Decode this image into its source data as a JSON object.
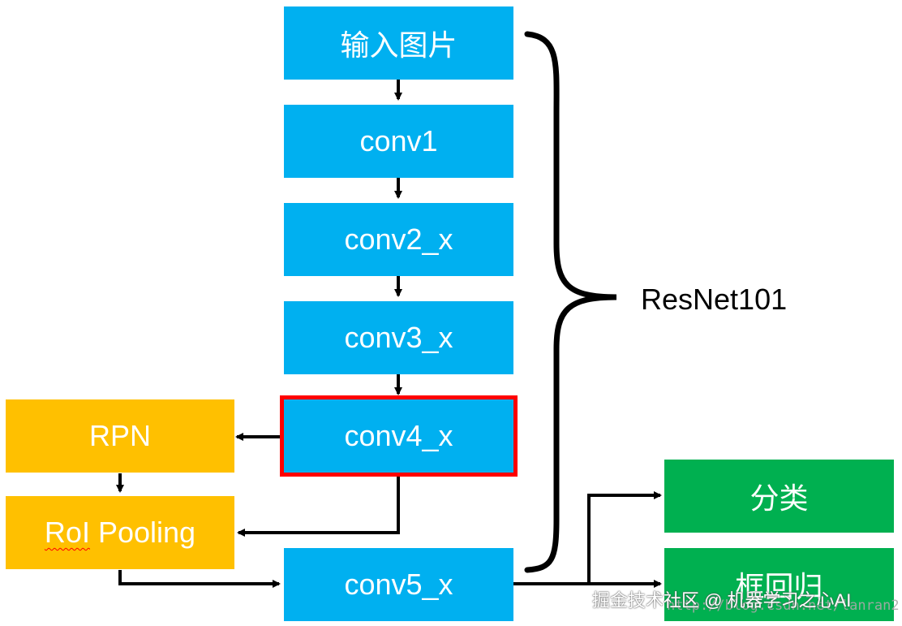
{
  "nodes": {
    "input": "输入图片",
    "conv1": "conv1",
    "conv2": "conv2_x",
    "conv3": "conv3_x",
    "conv4": "conv4_x",
    "conv5": "conv5_x",
    "rpn": "RPN",
    "roi": "RoI Pooling",
    "cls": "分类",
    "reg": "框回归"
  },
  "brace_label": "ResNet101",
  "watermark": {
    "text": "掘金技术社区 @ 机器学习之心AI",
    "url": "http://blog.csdn.net/lanran2"
  },
  "colors": {
    "backbone": "#00b0f0",
    "rpn_branch": "#ffc000",
    "outputs": "#00b050",
    "highlight": "#ff0000"
  }
}
